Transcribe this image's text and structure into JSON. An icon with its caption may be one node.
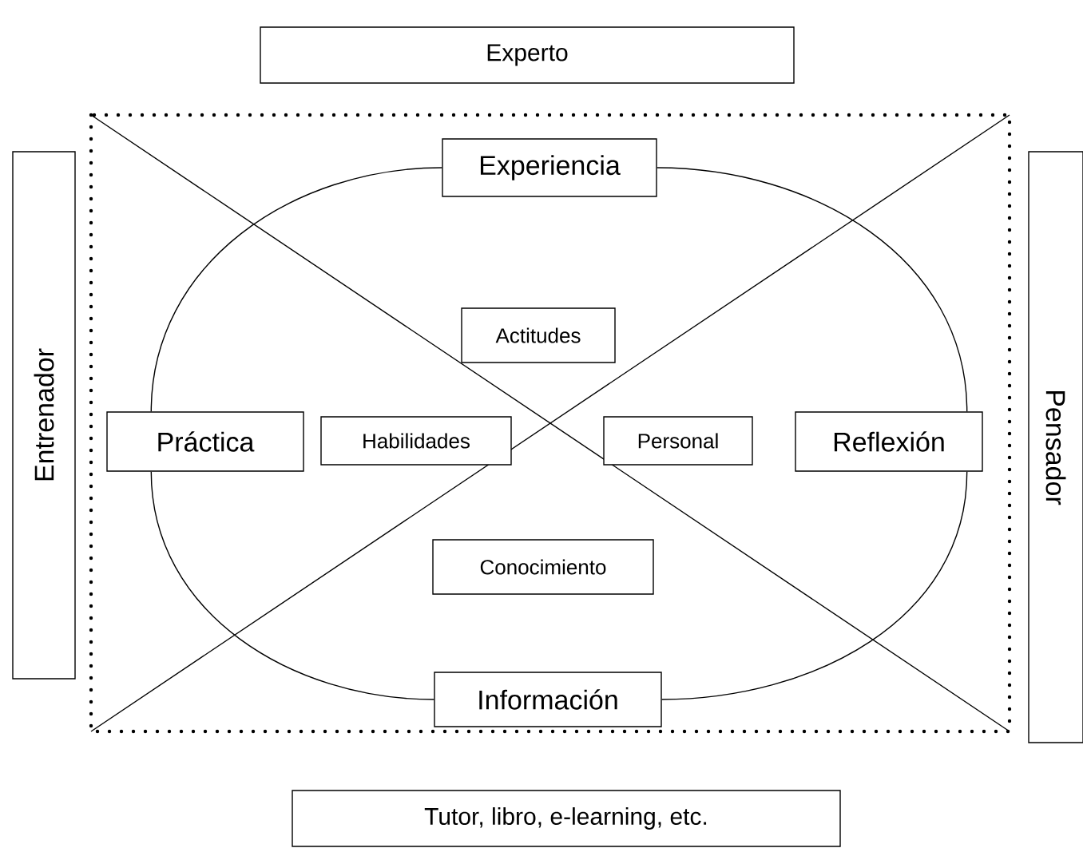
{
  "diagram": {
    "nodes": [
      {
        "text": [
          "Experto"
        ]
      },
      {
        "text": [
          "Experiencia"
        ]
      },
      {
        "text": [
          "Entrenador"
        ]
      },
      {
        "text": [
          "Pensador"
        ]
      },
      {
        "text": [
          "Actitudes"
        ]
      },
      {
        "text": [
          "Práctica"
        ]
      },
      {
        "text": [
          "Habilidades"
        ]
      },
      {
        "text": [
          "Personal"
        ]
      },
      {
        "text": [
          "Reflexión"
        ]
      },
      {
        "text": [
          "Conocimiento"
        ]
      },
      {
        "text": [
          "Información"
        ]
      },
      {
        "text": [
          "Tutor, libro, e-learning, etc."
        ]
      }
    ],
    "edges": [
      {
        "from": 1,
        "to": 5,
        "arrow": "none"
      },
      {
        "from": 1,
        "to": 8,
        "arrow": "none"
      },
      {
        "from": 5,
        "to": 10,
        "arrow": "none"
      },
      {
        "from": 8,
        "to": 10,
        "arrow": "none"
      }
    ]
  }
}
